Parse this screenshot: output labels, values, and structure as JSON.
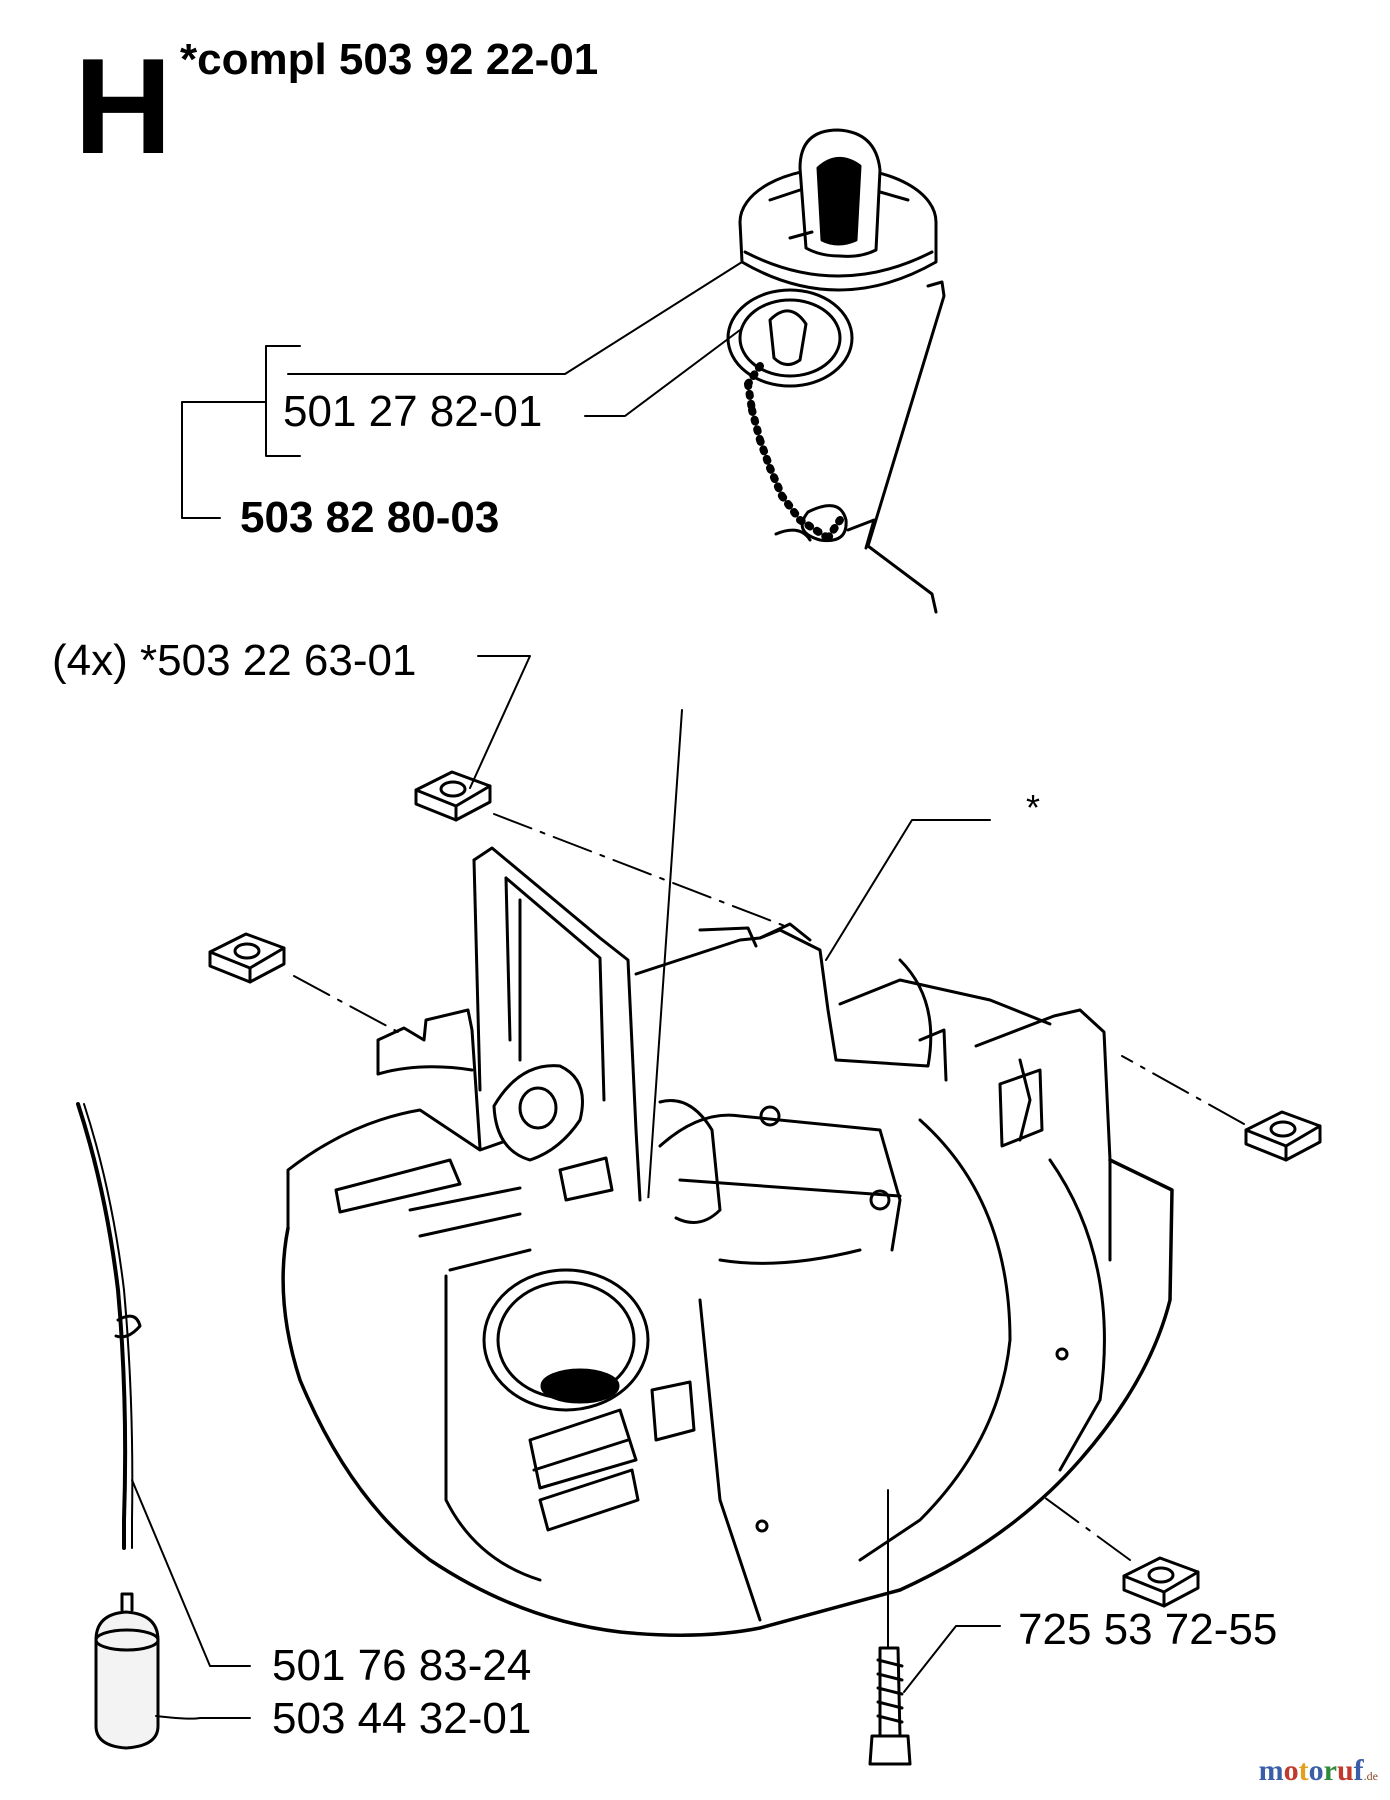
{
  "header": {
    "section_letter": "H",
    "assembly_label": "*compl 503 92 22-01"
  },
  "callouts": {
    "cap_part": "501 27 82-01",
    "cap_kit": "503 82 80-03",
    "nut": "(4x) *503 22 63-01",
    "star": "*",
    "screw": "725 53 72-55",
    "hose": "501 76 83-24",
    "filter": "503 44 32-01"
  },
  "watermark": {
    "letters": [
      "m",
      "o",
      "t",
      "o",
      "r",
      "u",
      "f"
    ],
    "colors": [
      "#3a5fa8",
      "#c0392b",
      "#e0a020",
      "#3a5fa8",
      "#2e8b3a",
      "#c0392b",
      "#3a5fa8"
    ],
    "suffix": ".de"
  }
}
